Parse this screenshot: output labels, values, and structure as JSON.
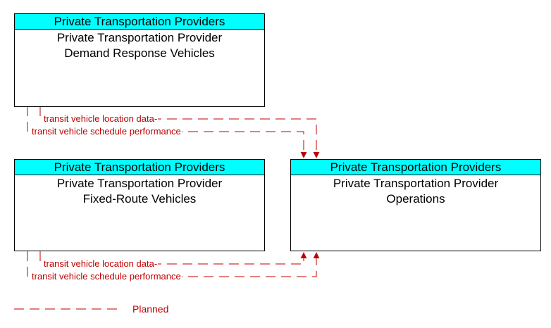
{
  "boxes": {
    "demand_response": {
      "header": "Private Transportation Providers",
      "name_line1": "Private Transportation Provider",
      "name_line2": "Demand Response Vehicles"
    },
    "fixed_route": {
      "header": "Private Transportation Providers",
      "name_line1": "Private Transportation Provider",
      "name_line2": "Fixed-Route Vehicles"
    },
    "operations": {
      "header": "Private Transportation Providers",
      "name_line1": "Private Transportation Provider",
      "name_line2": "Operations"
    }
  },
  "flows": {
    "dr_location": "transit vehicle location data",
    "dr_schedule": "transit vehicle schedule performance",
    "fr_location": "transit vehicle location data",
    "fr_schedule": "transit vehicle schedule performance"
  },
  "legend": {
    "planned_label": "Planned"
  },
  "colors": {
    "header_fill": "#00ffff",
    "planned_flow": "#c00000"
  }
}
